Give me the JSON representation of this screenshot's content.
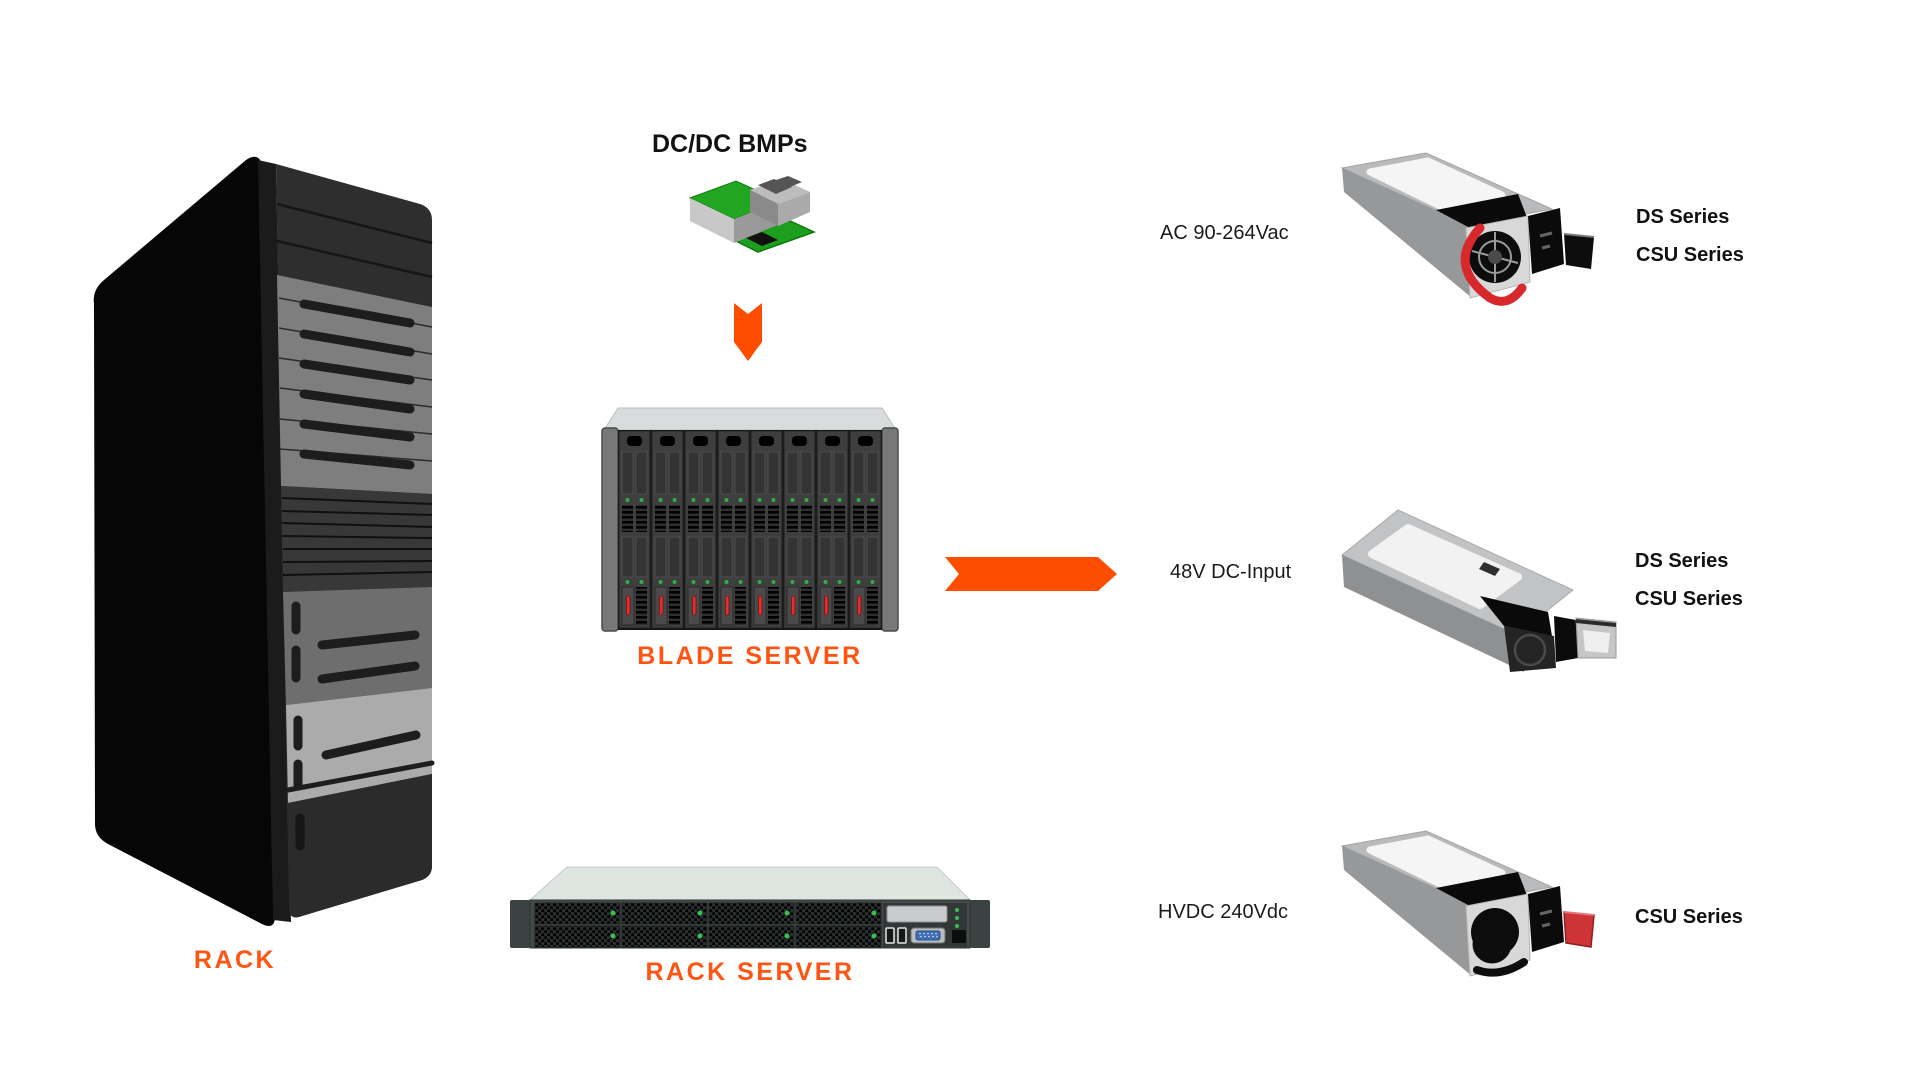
{
  "title": "DC/DC BMPs",
  "rack": {
    "label": "RACK"
  },
  "blade_server": {
    "label": "BLADE SERVER"
  },
  "rack_server": {
    "label": "RACK SERVER"
  },
  "rows": [
    {
      "input_label": "AC 90-264Vac",
      "series": [
        "DS Series",
        "CSU Series"
      ]
    },
    {
      "input_label": "48V DC-Input",
      "series": [
        "DS Series",
        "CSU Series"
      ]
    },
    {
      "input_label": "HVDC 240Vdc",
      "series": [
        "CSU Series"
      ]
    }
  ],
  "colors": {
    "accent_orange": "#FF5412",
    "arrow_orange": "#FF4D00",
    "pcb_green": "#1E9E1E",
    "handle_red": "#D7282C",
    "plug_red": "#CE3337",
    "led_green": "#35C24F"
  }
}
